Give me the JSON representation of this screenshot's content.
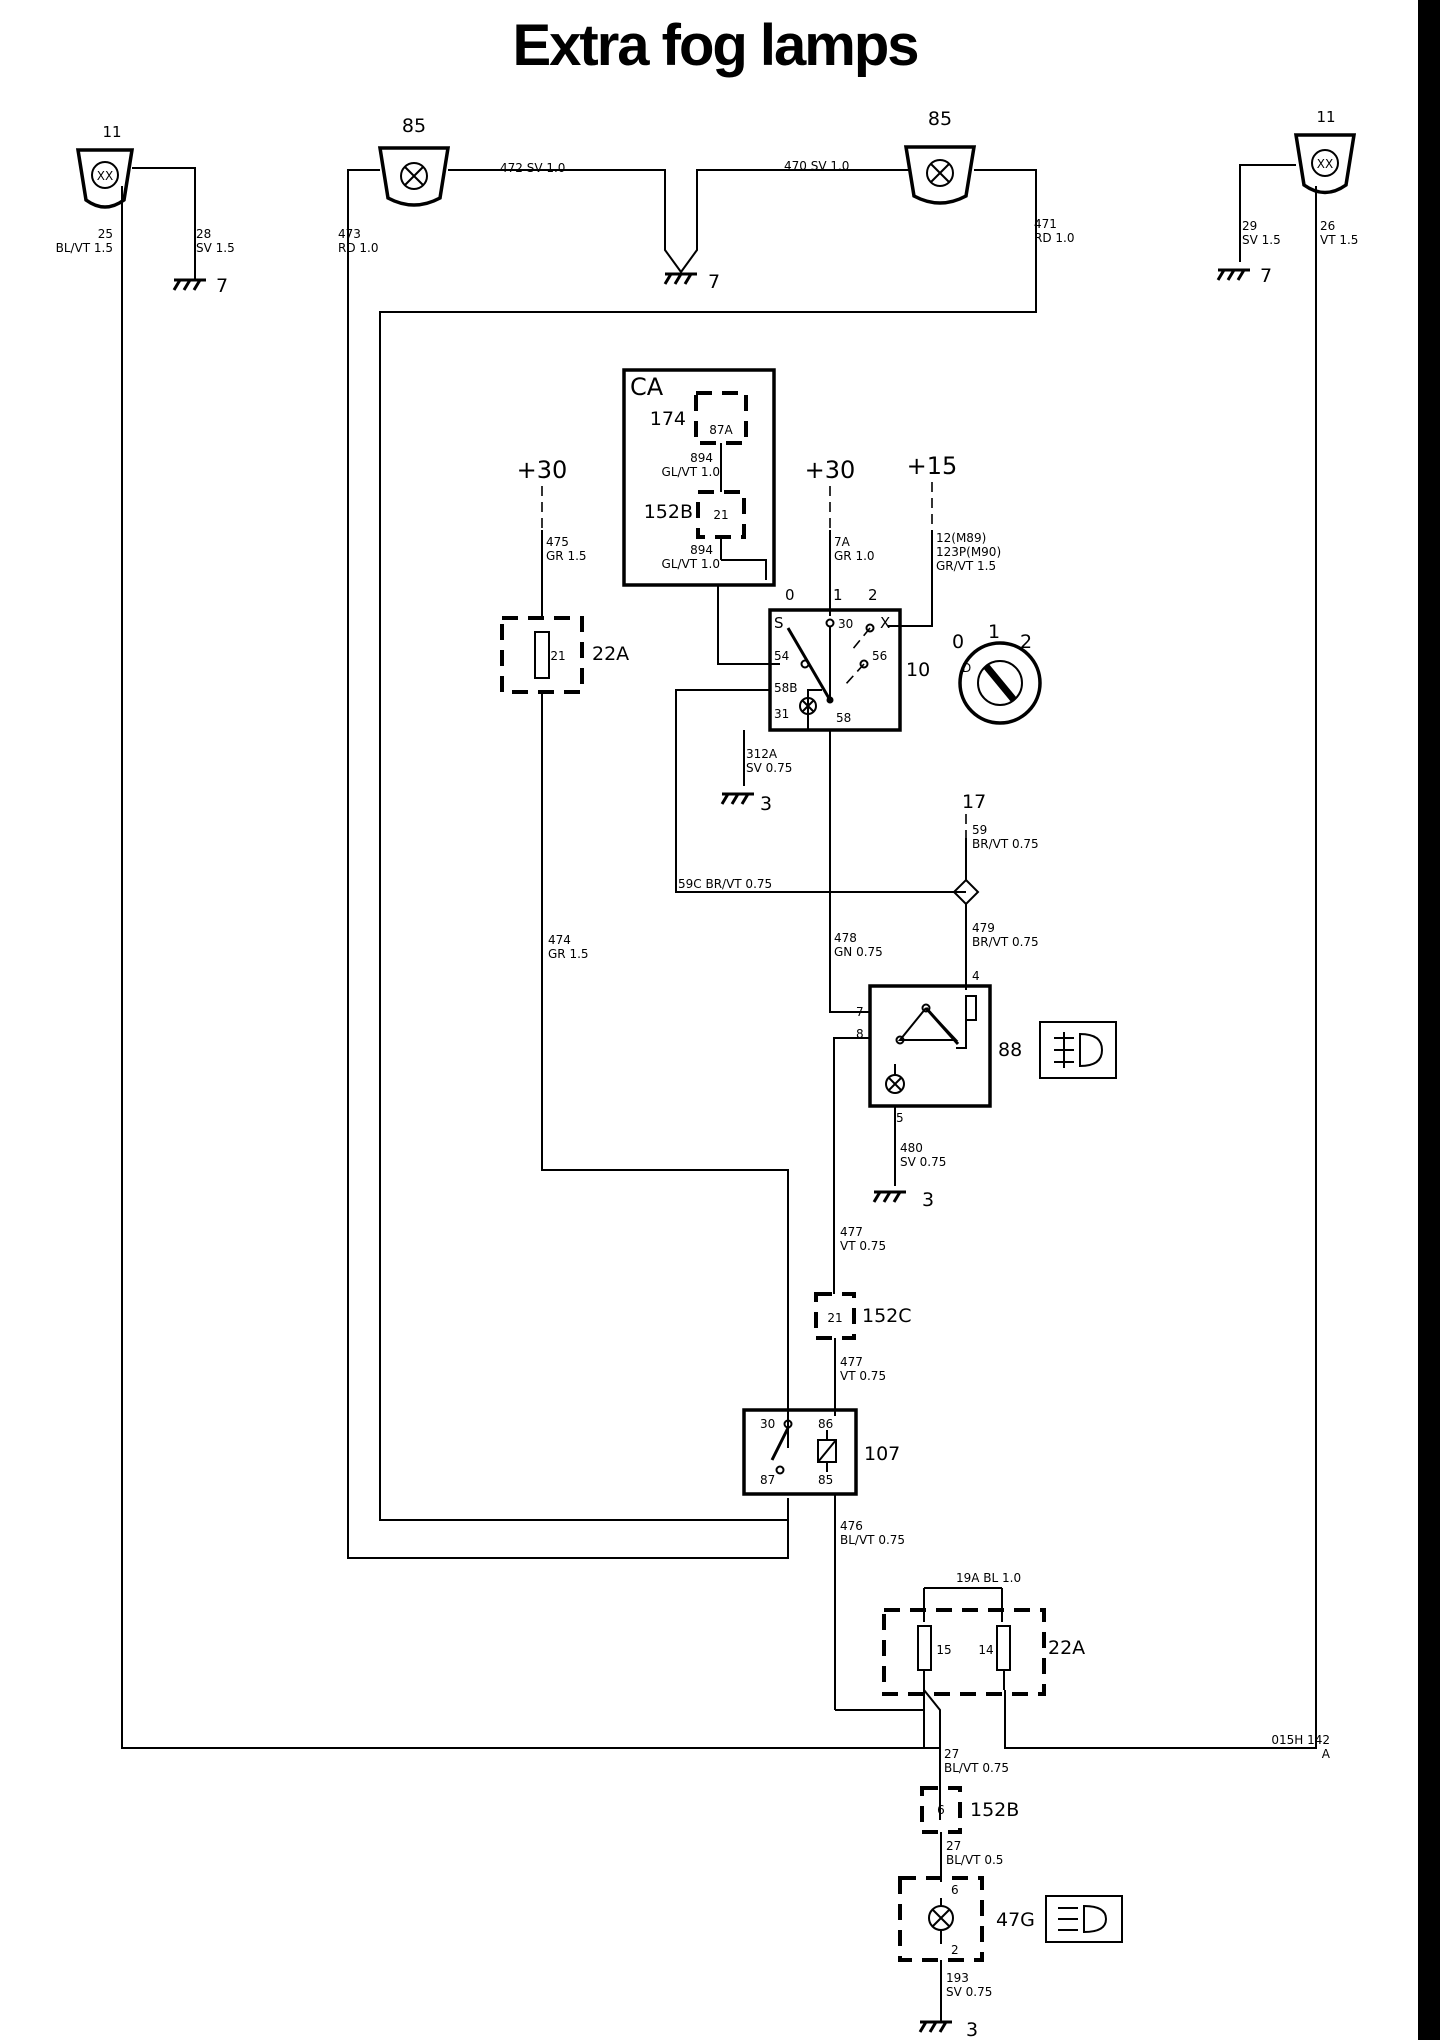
{
  "title": "Extra fog lamps",
  "components": {
    "lamp_left_outer": {
      "id": "11",
      "symbol": "XX"
    },
    "lamp_left_inner": {
      "id": "85"
    },
    "lamp_right_inner": {
      "id": "85"
    },
    "lamp_right_outer": {
      "id": "11",
      "symbol": "XX"
    },
    "ca_unit": {
      "title": "CA",
      "fuse_label": "174",
      "fuse_value": "87A",
      "conn_label": "152B",
      "conn_value": "21"
    },
    "fuse_22a_top": {
      "label": "22A",
      "value": "21"
    },
    "light_switch": {
      "label": "10",
      "pos0": "0",
      "pos1": "1",
      "pos2": "2",
      "t_s": "S",
      "t_30": "30",
      "t_x": "X",
      "t_54": "54",
      "t_56": "56",
      "t_58b": "58B",
      "t_31": "31",
      "t_58": "58"
    },
    "knob": {
      "pos0": "0",
      "pos1": "1",
      "pos2": "2",
      "d": "D"
    },
    "fog_switch": {
      "label": "88",
      "t7": "7",
      "t8": "8",
      "t4": "4",
      "t5": "5"
    },
    "conn_152c": {
      "label": "152C",
      "value": "21"
    },
    "relay_107": {
      "label": "107",
      "t30": "30",
      "t86": "86",
      "t87": "87",
      "t85": "85"
    },
    "fuse_22a_bottom": {
      "label": "22A",
      "f15": "15",
      "f14": "14"
    },
    "conn_152b_bottom": {
      "label": "152B",
      "value": "6"
    },
    "lamp_47g": {
      "label": "47G",
      "t6": "6",
      "t2": "2"
    },
    "node_17": {
      "label": "17"
    }
  },
  "supplies": {
    "left_30": "+30",
    "mid_30": "+30",
    "plus_15": "+15"
  },
  "grounds": {
    "g7a": "7",
    "g7b": "7",
    "g7c": "7",
    "g3a": "3",
    "g3b": "3",
    "g3c": "3"
  },
  "wires": {
    "w472": "472 SV 1.0",
    "w470": "470 SV 1.0",
    "w473a": "473",
    "w473b": "RD 1.0",
    "w471a": "471",
    "w471b": "RD 1.0",
    "w25a": "25",
    "w25b": "BL/VT 1.5",
    "w28a": "28",
    "w28b": "SV 1.5",
    "w29a": "29",
    "w29b": "SV 1.5",
    "w26a": "26",
    "w26b": "VT 1.5",
    "w894a1": "894",
    "w894b1": "GL/VT 1.0",
    "w894a2": "894",
    "w894b2": "GL/VT 1.0",
    "w475a": "475",
    "w475b": "GR 1.5",
    "w7aa": "7A",
    "w7ab": "GR 1.0",
    "w12a": "12(M89)",
    "w12b": "123P(M90)",
    "w12c": "GR/VT 1.5",
    "w312a": "312A",
    "w312b": "SV 0.75",
    "w59a": "59",
    "w59b": "BR/VT 0.75",
    "w59c": "59C BR/VT 0.75",
    "w474a": "474",
    "w474b": "GR 1.5",
    "w478a": "478",
    "w478b": "GN 0.75",
    "w479a": "479",
    "w479b": "BR/VT 0.75",
    "w480a": "480",
    "w480b": "SV 0.75",
    "w477a1": "477",
    "w477b1": "VT 0.75",
    "w477a2": "477",
    "w477b2": "VT 0.75",
    "w476a": "476",
    "w476b": "BL/VT 0.75",
    "w19a": "19A BL 1.0",
    "w27a1": "27",
    "w27b1": "BL/VT 0.75",
    "w27a2": "27",
    "w27b2": "BL/VT 0.5",
    "w193a": "193",
    "w193b": "SV 0.75"
  },
  "ref_code": {
    "line1": "015H 142",
    "line2": "A"
  }
}
